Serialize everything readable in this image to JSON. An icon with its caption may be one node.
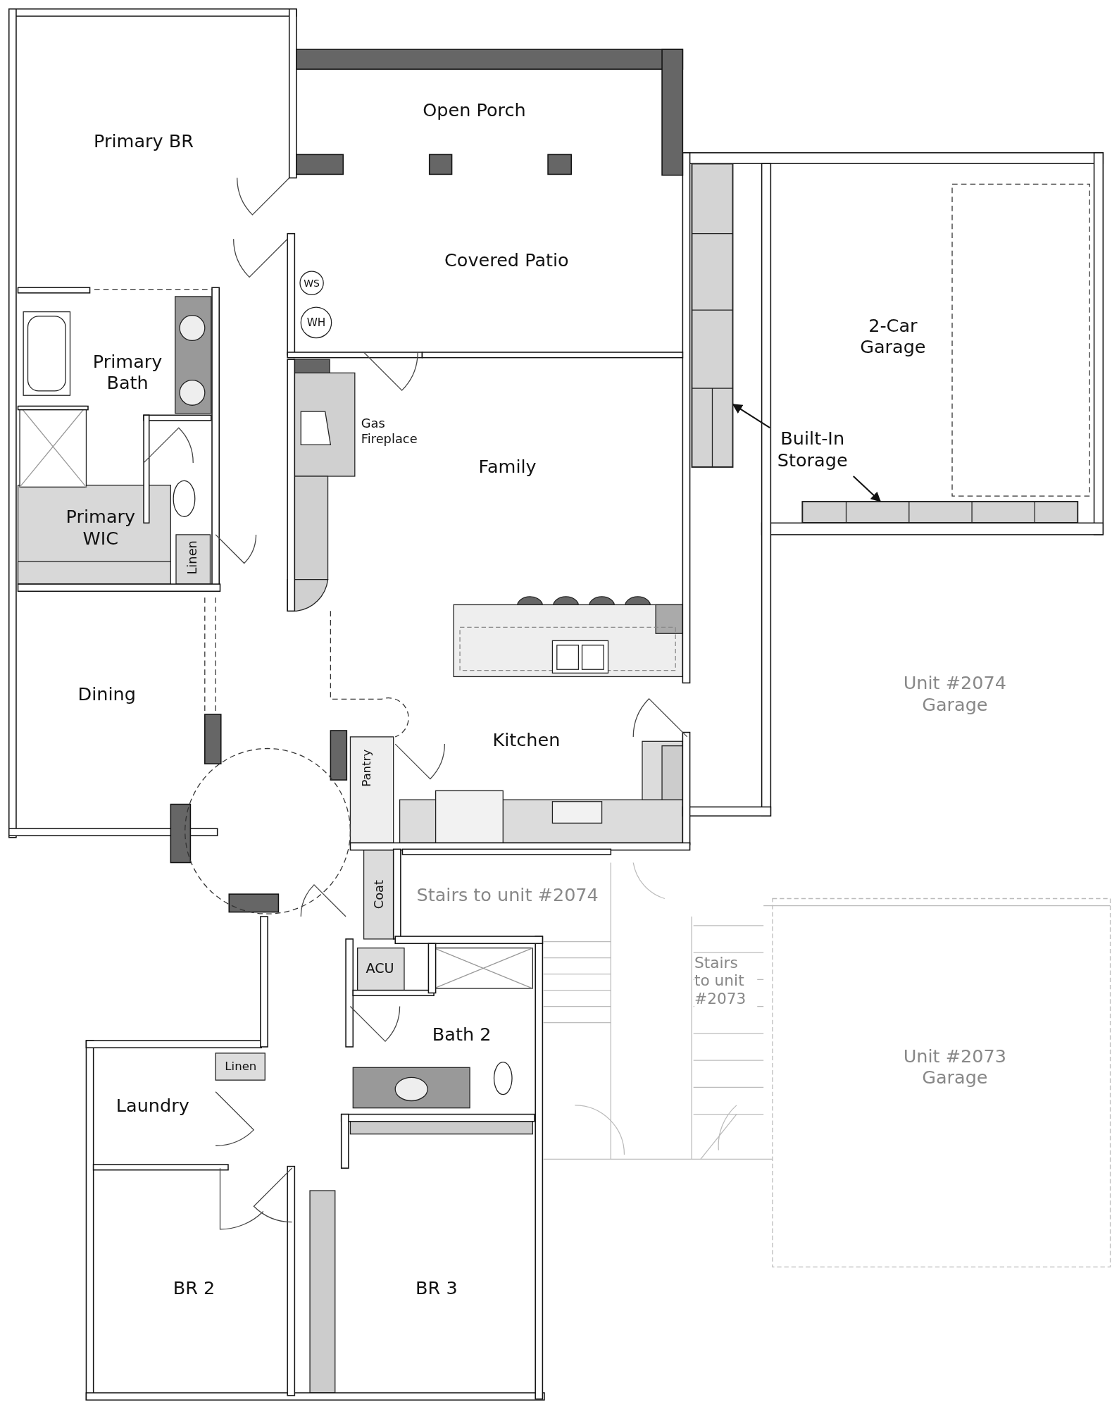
{
  "diagram": {
    "nodes": [
      {
        "text": [
          "Built-In Storage"
        ]
      },
      {
        "text": [],
        "shape": "box"
      },
      {
        "text": [],
        "shape": "box"
      }
    ],
    "edges": [
      {
        "from": 0,
        "to": 1,
        "arrow": "to"
      },
      {
        "from": 0,
        "to": 2,
        "arrow": "to"
      }
    ],
    "labels": [
      "Open Porch",
      "Primary BR",
      "Covered Patio",
      "WS",
      "WH",
      "2-Car Garage",
      "Primary Bath",
      "Gas Fireplace",
      "Family",
      "Primary WIC",
      "Linen",
      "Dining",
      "Unit #2074 Garage",
      "Kitchen",
      "Pantry",
      "Stairs to unit #2074",
      "Coat",
      "Stairs to unit #2073",
      "ACU",
      "Bath 2",
      "Unit #2073 Garage",
      "Linen",
      "Laundry",
      "BR 2",
      "BR 3"
    ]
  }
}
